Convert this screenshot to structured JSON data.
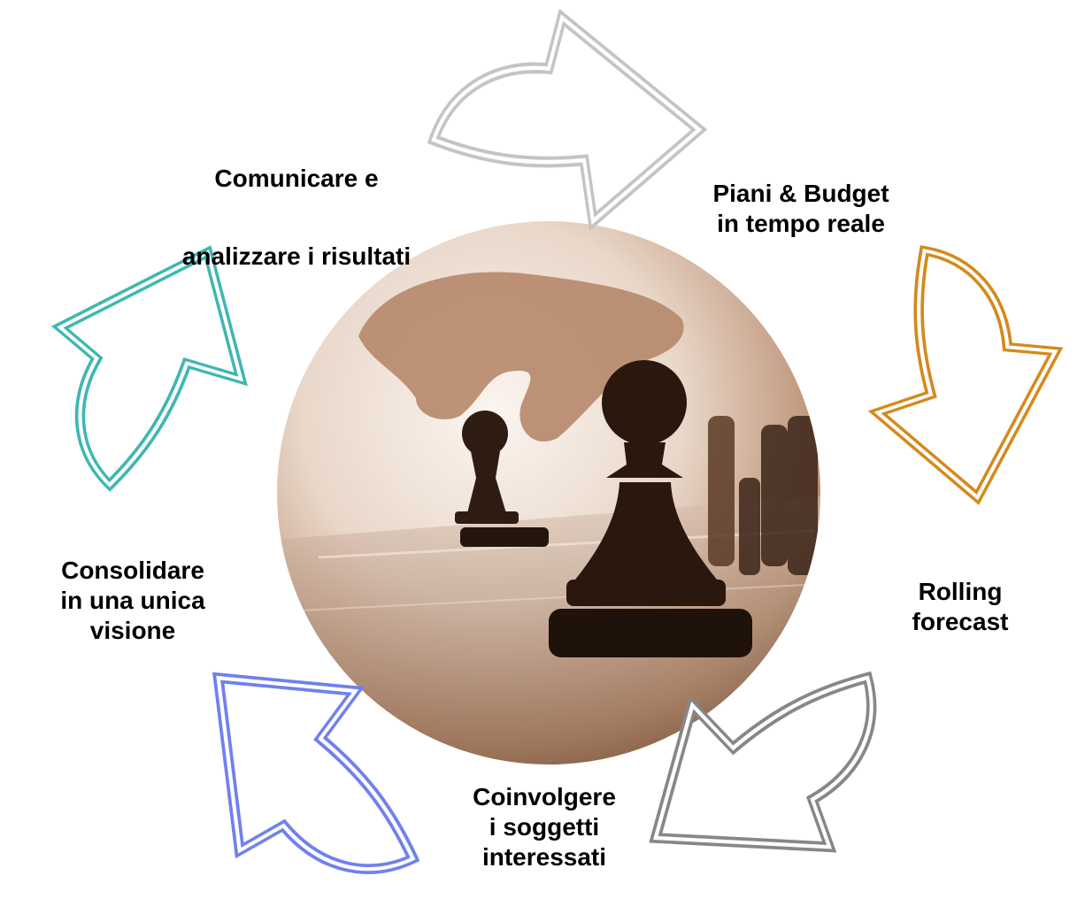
{
  "diagram": {
    "steps": [
      {
        "id": "plans",
        "lines": [
          "Piani & Budget",
          "in tempo reale"
        ],
        "arrow_color": "#c4c4c4"
      },
      {
        "id": "forecast",
        "lines": [
          "Rolling",
          "forecast"
        ],
        "arrow_color": "#d48a1c"
      },
      {
        "id": "involve",
        "lines": [
          "Coinvolgere",
          "i soggetti",
          "interessati"
        ],
        "arrow_color": "#878787"
      },
      {
        "id": "consolidate",
        "lines": [
          "Consolidare",
          "in una unica",
          "visione"
        ],
        "arrow_color": "#7080ee"
      },
      {
        "id": "communicate",
        "lines": [
          "Comunicare e",
          "analizzare i risultati"
        ],
        "arrow_color": "#3fb7b2"
      }
    ],
    "center_image": {
      "subject": "chess-pieces-photo",
      "tones": {
        "light": "#f4ece6",
        "mid": "#c7a48c",
        "dark": "#3a2418"
      }
    }
  }
}
